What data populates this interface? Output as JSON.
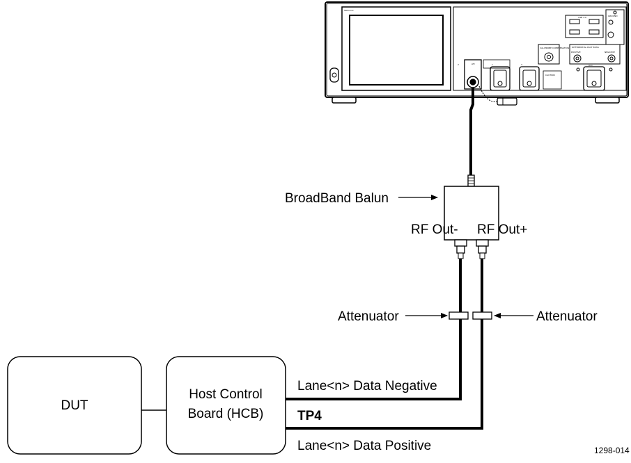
{
  "instrument": {
    "brand": "Tektronix",
    "panel": {
      "usb": "USB 3.0",
      "ground": "GROUND",
      "ati": "ATI",
      "aux": "Aux",
      "cal": "CAL/PROBE COMPENSATION",
      "diff_bus": "DIFFERENTIAL PLOT BUSS",
      "positive": "POSITIVE",
      "negative": "NEGATIVE",
      "caution": "CAUTION"
    },
    "channels": [
      "2",
      "1",
      "3"
    ]
  },
  "labels": {
    "balun": "BroadBand Balun",
    "rf_out_neg": "RF Out-",
    "rf_out_pos": "RF Out+",
    "attenuator_left": "Attenuator",
    "attenuator_right": "Attenuator",
    "lane_negative": "Lane<n> Data Negative",
    "lane_positive": "Lane<n> Data Positive",
    "tp": "TP4",
    "figure_id": "1298-014"
  },
  "boxes": {
    "dut": "DUT",
    "hcb_line1": "Host Control",
    "hcb_line2": "Board (HCB)"
  }
}
